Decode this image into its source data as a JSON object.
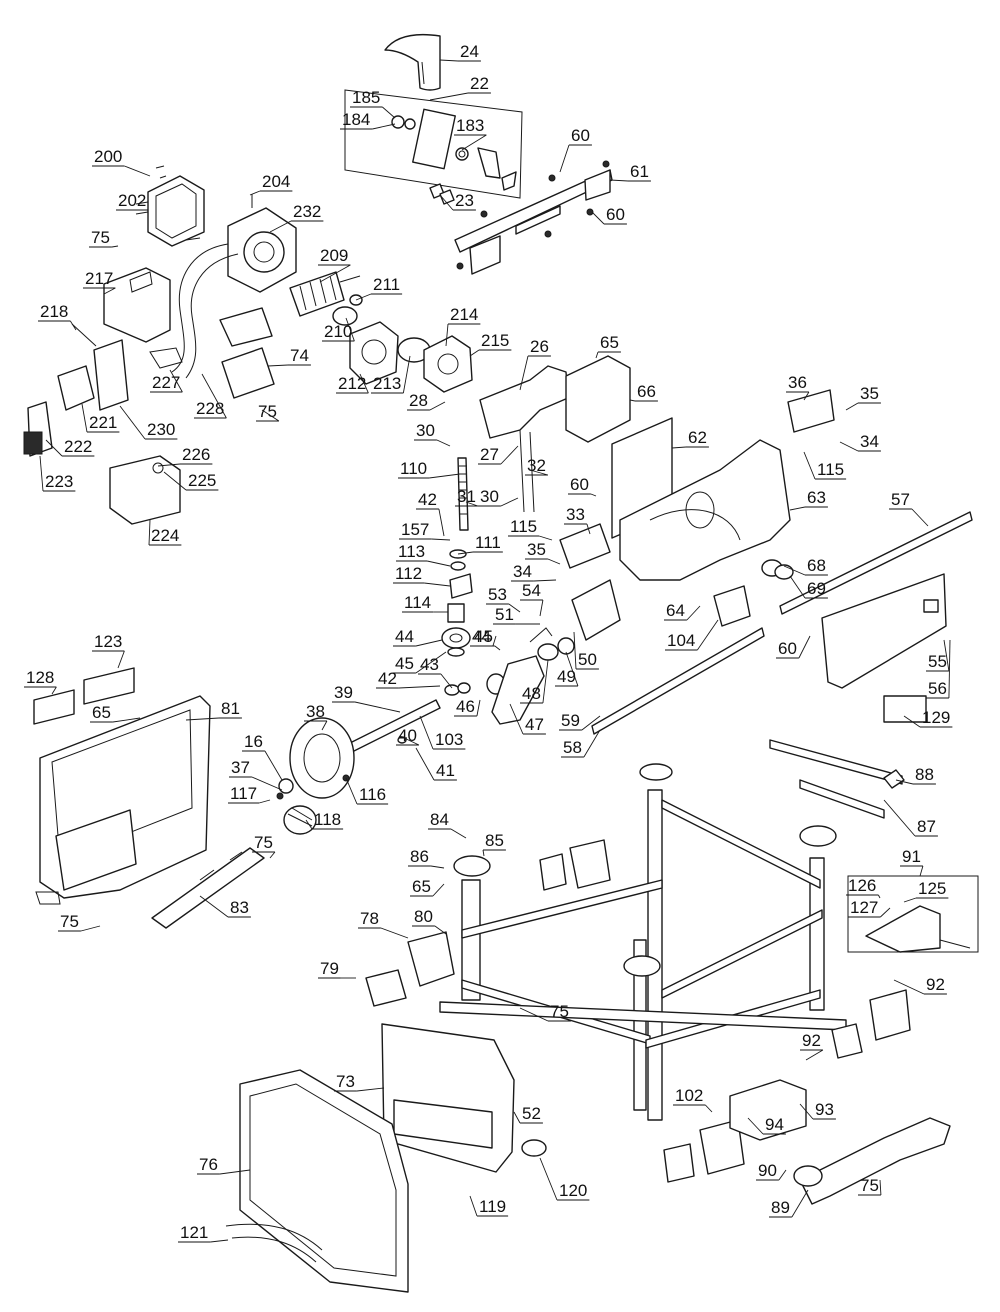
{
  "callouts": [
    {
      "label": "24"
    },
    {
      "label": "22"
    },
    {
      "label": "185"
    },
    {
      "label": "184"
    },
    {
      "label": "183"
    },
    {
      "label": "60"
    },
    {
      "label": "61"
    },
    {
      "label": "23"
    },
    {
      "label": "60"
    },
    {
      "label": "200"
    },
    {
      "label": "204"
    },
    {
      "label": "202"
    },
    {
      "label": "232"
    },
    {
      "label": "75"
    },
    {
      "label": "209"
    },
    {
      "label": "217"
    },
    {
      "label": "211"
    },
    {
      "label": "218"
    },
    {
      "label": "210"
    },
    {
      "label": "214"
    },
    {
      "label": "215"
    },
    {
      "label": "26"
    },
    {
      "label": "65"
    },
    {
      "label": "74"
    },
    {
      "label": "227"
    },
    {
      "label": "212"
    },
    {
      "label": "213"
    },
    {
      "label": "228"
    },
    {
      "label": "75"
    },
    {
      "label": "66"
    },
    {
      "label": "36"
    },
    {
      "label": "35"
    },
    {
      "label": "28"
    },
    {
      "label": "221"
    },
    {
      "label": "230"
    },
    {
      "label": "222"
    },
    {
      "label": "226"
    },
    {
      "label": "34"
    },
    {
      "label": "30"
    },
    {
      "label": "62"
    },
    {
      "label": "27"
    },
    {
      "label": "223"
    },
    {
      "label": "225"
    },
    {
      "label": "32"
    },
    {
      "label": "115"
    },
    {
      "label": "110"
    },
    {
      "label": "31"
    },
    {
      "label": "60"
    },
    {
      "label": "30"
    },
    {
      "label": "63"
    },
    {
      "label": "57"
    },
    {
      "label": "224"
    },
    {
      "label": "42"
    },
    {
      "label": "115"
    },
    {
      "label": "33"
    },
    {
      "label": "157"
    },
    {
      "label": "111"
    },
    {
      "label": "113"
    },
    {
      "label": "35"
    },
    {
      "label": "68"
    },
    {
      "label": "112"
    },
    {
      "label": "34"
    },
    {
      "label": "69"
    },
    {
      "label": "53"
    },
    {
      "label": "54"
    },
    {
      "label": "114"
    },
    {
      "label": "64"
    },
    {
      "label": "51"
    },
    {
      "label": "44"
    },
    {
      "label": "104"
    },
    {
      "label": "45"
    },
    {
      "label": "44"
    },
    {
      "label": "45"
    },
    {
      "label": "50"
    },
    {
      "label": "60"
    },
    {
      "label": "55"
    },
    {
      "label": "123"
    },
    {
      "label": "43"
    },
    {
      "label": "49"
    },
    {
      "label": "128"
    },
    {
      "label": "42"
    },
    {
      "label": "48"
    },
    {
      "label": "56"
    },
    {
      "label": "81"
    },
    {
      "label": "65"
    },
    {
      "label": "39"
    },
    {
      "label": "46"
    },
    {
      "label": "47"
    },
    {
      "label": "38"
    },
    {
      "label": "59"
    },
    {
      "label": "129"
    },
    {
      "label": "16"
    },
    {
      "label": "40"
    },
    {
      "label": "103"
    },
    {
      "label": "41"
    },
    {
      "label": "58"
    },
    {
      "label": "37"
    },
    {
      "label": "88"
    },
    {
      "label": "117"
    },
    {
      "label": "116"
    },
    {
      "label": "118"
    },
    {
      "label": "87"
    },
    {
      "label": "75"
    },
    {
      "label": "84"
    },
    {
      "label": "85"
    },
    {
      "label": "91"
    },
    {
      "label": "86"
    },
    {
      "label": "65"
    },
    {
      "label": "126"
    },
    {
      "label": "125"
    },
    {
      "label": "127"
    },
    {
      "label": "75"
    },
    {
      "label": "83"
    },
    {
      "label": "78"
    },
    {
      "label": "80"
    },
    {
      "label": "79"
    },
    {
      "label": "92"
    },
    {
      "label": "75"
    },
    {
      "label": "92"
    },
    {
      "label": "73"
    },
    {
      "label": "102"
    },
    {
      "label": "52"
    },
    {
      "label": "93"
    },
    {
      "label": "94"
    },
    {
      "label": "76"
    },
    {
      "label": "90"
    },
    {
      "label": "120"
    },
    {
      "label": "75"
    },
    {
      "label": "119"
    },
    {
      "label": "89"
    },
    {
      "label": "121"
    }
  ]
}
